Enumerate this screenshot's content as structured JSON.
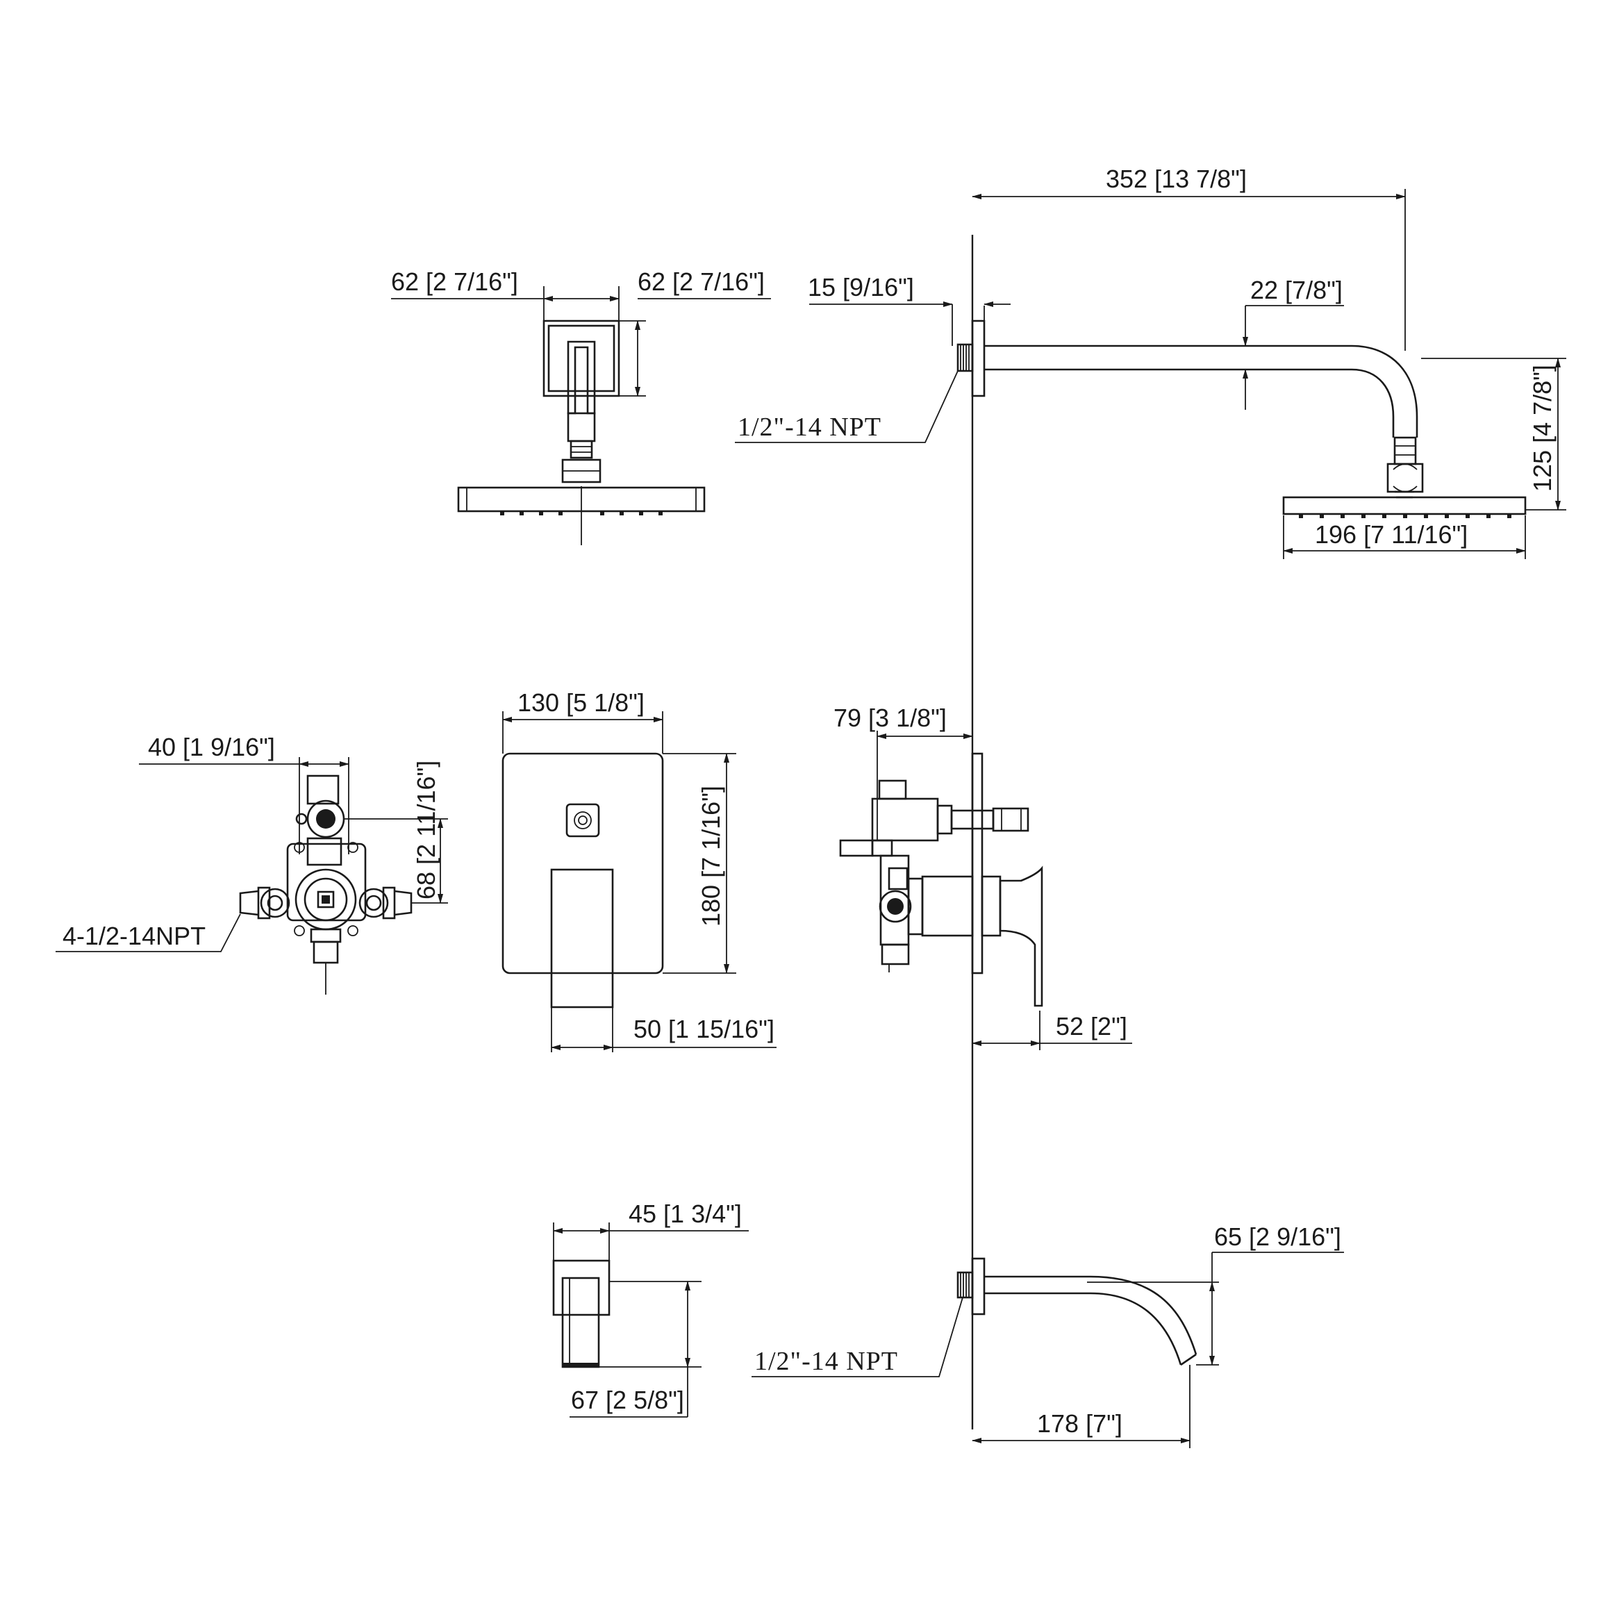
{
  "dimensions": {
    "arm_projection": "352 [13 7/8\"]",
    "flange_thickness": "15 [9/16\"]",
    "arm_diameter": "22 [7/8\"]",
    "head_drop": "125 [4 7/8\"]",
    "head_width": "196 [7 11/16\"]",
    "flange_width": "62 [2 7/16\"]",
    "flange_height": "62 [2 7/16\"]",
    "valve_trim_width": "130 [5 1/8\"]",
    "valve_trim_height": "180 [7 1/16\"]",
    "handle_width": "50 [1 15/16\"]",
    "valve_depth": "79 [3 1/8\"]",
    "handle_projection": "52 [2\"]",
    "valve_port_width": "40 [1 9/16\"]",
    "valve_port_height": "68 [2 11/16\"]",
    "spout_flange_width": "45 [1 3/4\"]",
    "spout_height": "67 [2 5/8\"]",
    "spout_drop": "65 [2 9/16\"]",
    "spout_length": "178 [7\"]"
  },
  "notes": {
    "arm_thread": "1/2\"-14 NPT",
    "spout_thread": "1/2\"-14 NPT",
    "valve_ports": "4-1/2-14NPT"
  },
  "colors": {
    "ink": "#1a1a1a",
    "paper": "#ffffff"
  }
}
